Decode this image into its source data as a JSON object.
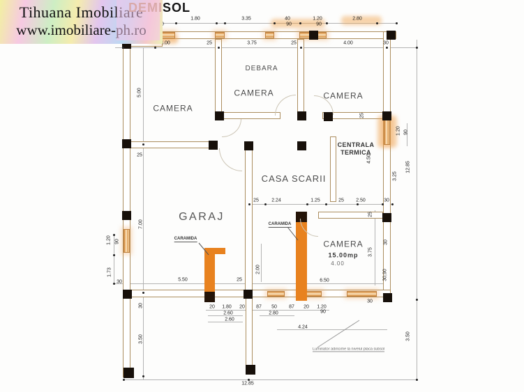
{
  "watermark": {
    "line1": "Tihuana Imobiliare",
    "line2": "www.imobiliare-ph.ro"
  },
  "title": {
    "demi": "DEMI",
    "sol": "SOL"
  },
  "rooms": {
    "camera_left": "CAMERA",
    "debara": "DEBARA",
    "camera_mid": "CAMERA",
    "camera_right": "CAMERA",
    "centrala": "CENTRALA\nTERMICA",
    "casa_scarii": "CASA SCARII",
    "garaj": "GARAJ",
    "camera15": {
      "name": "CAMERA",
      "area": "15.00mp",
      "width": "4.00"
    }
  },
  "annotations": {
    "caramida_left": "CARAMIDA",
    "caramida_mid": "CARAMIDA",
    "note": "Luminator adincime la nivelul placa subsol"
  },
  "dims": [
    "20",
    "90",
    "1.80",
    "3.35",
    "40",
    "90",
    "1.20",
    "90",
    "2.80",
    "4.00",
    "25",
    "3.75",
    "25",
    "4.00",
    "30",
    "5.00",
    "25",
    "7.00",
    "1.20",
    "90",
    "1.73",
    "30",
    "5.50",
    "25",
    "6.50",
    "30",
    "20",
    "1.80",
    "20",
    "2.60",
    "2.60",
    "87",
    "50",
    "2.80",
    "87",
    "20",
    "1.20",
    "90",
    "4.24",
    "30",
    "3.50",
    "3.50",
    "12.85",
    "25",
    "2.24",
    "1.25",
    "25",
    "2.50",
    "30",
    "2.00",
    "25",
    "1.20",
    "90",
    "4.50",
    "3.25",
    "12.85",
    "25",
    "30",
    "3.75",
    "30,90"
  ],
  "colors": {
    "wall_line": "#ab8d5e",
    "brick_orange": "#e8821f",
    "window_fill": "#f6d7ab",
    "window_stripe": "#dd9a50",
    "column_black": "#17100a",
    "dim_text": "#1d1d1d",
    "room_text": "#4d4d4d",
    "title_demi": "#d9a9a9"
  }
}
